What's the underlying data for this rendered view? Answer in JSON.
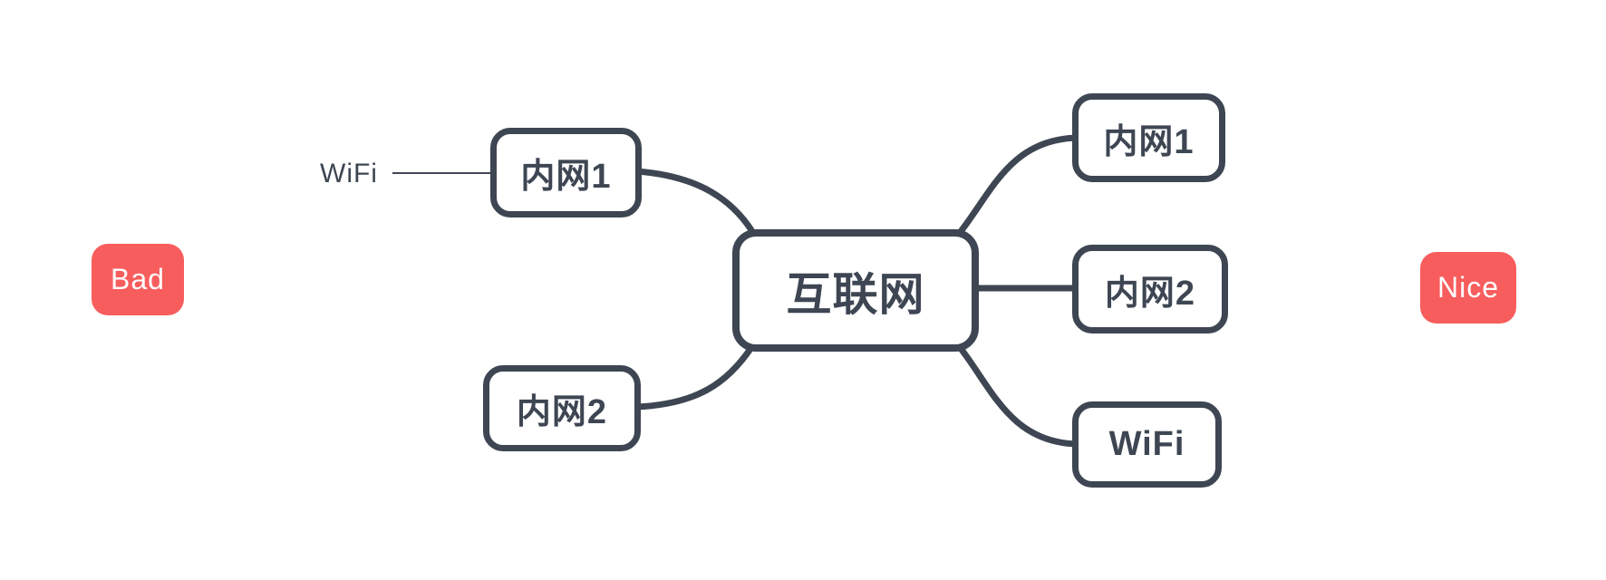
{
  "diagram": {
    "center_node": {
      "label": "互联网"
    },
    "bad_side": {
      "badge": "Bad",
      "floating_label": "WiFi",
      "nodes": [
        {
          "label": "内网1"
        },
        {
          "label": "内网2"
        }
      ]
    },
    "nice_side": {
      "badge": "Nice",
      "nodes": [
        {
          "label": "内网1"
        },
        {
          "label": "内网2"
        },
        {
          "label": "WiFi"
        }
      ]
    },
    "colors": {
      "stroke": "#3e4653",
      "node_text": "#3e4653",
      "node_fill": "#ffffff",
      "badge_background": "#f85d5d",
      "badge_text": "#ffffff",
      "background": "#ffffff"
    }
  }
}
